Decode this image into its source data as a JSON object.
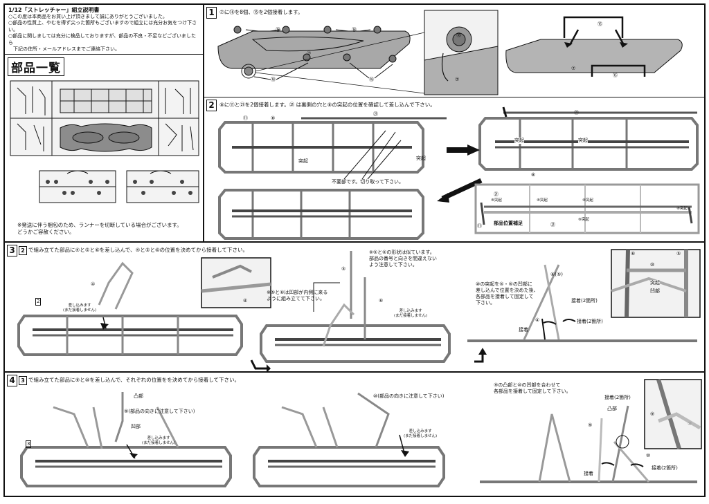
{
  "header": {
    "title": "1/12「ストレッチャー」組立説明書",
    "lines": [
      "○この度は本商品をお買い上げ頂きまして誠にありがとうございました。",
      "○部品の性質上、やむを得ず尖った箇所もございますので組立には充分お気をつけ下さい。",
      "○部品に関しましては充分に検品しておりますが、部品の不良・不足などございましたら",
      "　下記の住所・メールアドレスまでご連絡下さい。"
    ],
    "bullet": "○"
  },
  "parts_list": {
    "title": "部品一覧",
    "note": "※発送に伴う梱包のため、ランナーを切断している場合がございます。\nどうかご容赦ください。"
  },
  "colors": {
    "line": "#111111",
    "part_fill": "#a8a8a8",
    "frame_fill": "#d0d0d0",
    "light": "#e8e8e8"
  },
  "steps": [
    {
      "number": "1",
      "text": "⑦に⑱を8個、⑮を2個接着します。",
      "labels": {
        "p7": "⑦",
        "p18": "⑱",
        "p15": "⑮"
      }
    },
    {
      "number": "2",
      "text": "⑧に⑪と㉑を2個接着します。㉑ は裏側の穴と⑧の突起の位置を確認して差し込んで下さい。",
      "labels": {
        "p11": "⑪",
        "p8": "⑧",
        "p21": "㉑",
        "protrusion": "突起",
        "unneeded": "不要部です。切り取って下さい。",
        "position_aid": "部品位置補足",
        "aid_protrusion": "突起",
        "aid_p8_protrusion": "⑧突起"
      }
    },
    {
      "number": "3",
      "ref": "2",
      "text": "で組み立てた部品に④と⑤と⑥を差し込んで、④と⑤と⑥の位置を決めてから接着して下さい。",
      "labels": {
        "p4": "④",
        "p5": "⑤",
        "p6": "⑥",
        "p10": "⑩",
        "p6p5": "⑥(⑤)",
        "ref_box": "2",
        "insert": "差し込みます\n(まだ接着しません)",
        "concave_note": "※⑤と⑥は凹部が内側に来る\nように組み立てて下さい。",
        "similar_note": "※⑤と⑥の形状は似ています。\n部品の番号と向きを間違えない\nよう注意して下さい。",
        "fix_note": "⑩の突起を⑤・⑥の凹部に\n差し込んで位置を決めた後、\n各部品を接着して固定して\n下さい。",
        "glue_two": "接着(2箇所)",
        "glue": "接着",
        "protrusion": "突起",
        "concave": "凹部"
      }
    },
    {
      "number": "4",
      "ref": "3",
      "text": "で組み立てた部品に⑨と⑩を差し込んで、それぞれの位置をを決めてから接着して下さい。",
      "labels": {
        "ref_box": "3",
        "convex": "凸部",
        "concave": "凹部",
        "p9_note": "⑨(部品の向きに注意して下さい)",
        "p10_note": "⑩(部品の向きに注意して下さい)",
        "insert": "差し込みます\n(まだ接着しません)",
        "combine_note": "⑨の凸部と⑩の凹部を合わせて\n各部品を接着して固定して下さい。",
        "glue_two": "接着(2箇所)",
        "glue": "接着",
        "p9": "⑨",
        "p10": "⑩"
      }
    }
  ]
}
